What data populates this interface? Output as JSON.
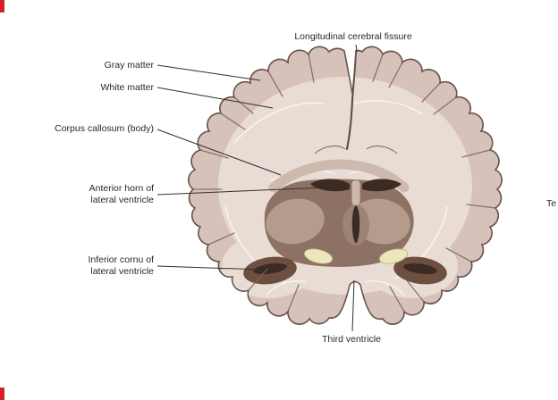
{
  "labels": {
    "longitudinal_cerebral_fissure": "Longitudinal cerebral fissure",
    "gray_matter": "Gray matter",
    "white_matter": "White matter",
    "corpus_callosum": "Corpus callosum (body)",
    "anterior_horn": {
      "line1": "Anterior horn of",
      "line2": "lateral ventricle"
    },
    "inferior_cornu": {
      "line1": "Inferior cornu of",
      "line2": "lateral ventricle"
    },
    "third_ventricle": "Third ventricle",
    "right_edge_partial": "Te"
  },
  "colors": {
    "background": "#ffffff",
    "cortex": "#d6c2ba",
    "white_matter": "#e9dcd5",
    "deep_gray": "#8d7264",
    "basal_ganglia": "#b49c8c",
    "thalamus": "#9d8373",
    "ventricle_dark": "#3b2b23",
    "inferior_horn_region": "#6d4f40",
    "hippocampus_yellow": "#ede6bd",
    "hippocampus_edge": "#b8ab80",
    "corpus_callosum_band": "#cdb9ad",
    "outline": "#6b564c",
    "sulci": "#7a645a",
    "fissure_line": "#5a463c",
    "tract_white": "#f8f3ef",
    "leader": "#2f2f2f",
    "label_text": "#282828",
    "page_marker_red": "#d2232a"
  }
}
